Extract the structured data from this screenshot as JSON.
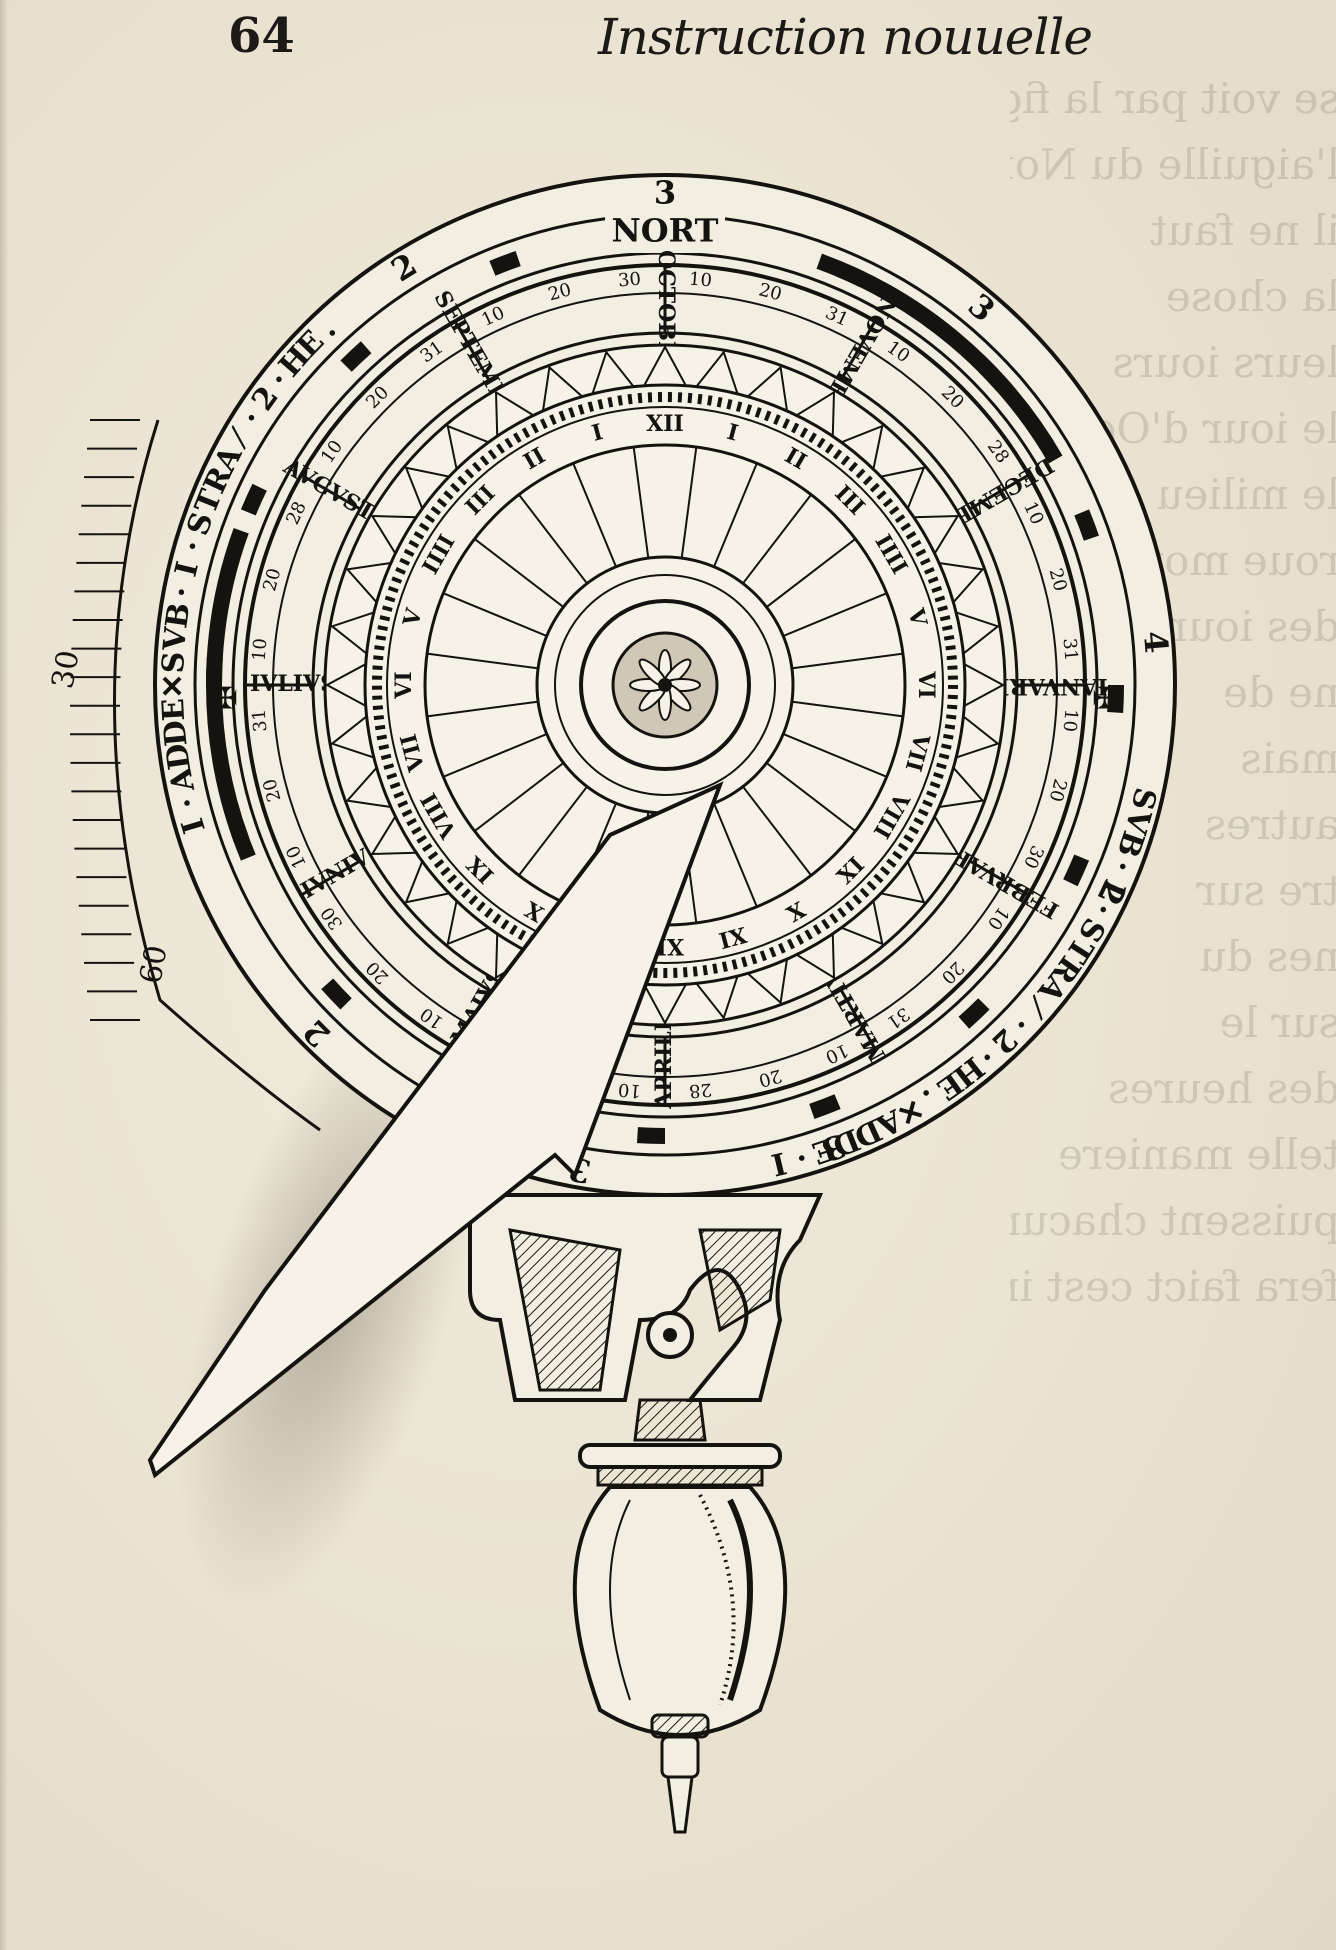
{
  "page": {
    "number": "64",
    "running_head": "Instruction nouuelle",
    "bleed_through_lines": [
      "se voit par la figure",
      "l'aiguille du Nort",
      "il ne faut",
      "la chose",
      "leurs iours",
      "le iour d'Octobre",
      "le milieu",
      "roue mouuante",
      "des iours",
      "ne de",
      "mais",
      "autres",
      "tre sur",
      "nes du",
      "sur le",
      "des heures",
      "telle maniere",
      "puissent chacun",
      "fera faict cest instrument"
    ]
  },
  "instrument": {
    "compass_label": "NORT",
    "motto_upper": "I·ADDE✕SVB·I·STRA⁄·2·HE.",
    "motto_lower": "SVB·I·STRA⁄·2·HE.✕ADDE·I",
    "outer_numerals": [
      "3",
      "2",
      "3",
      "4",
      "2",
      "3",
      "3",
      "2"
    ],
    "scale_labels": [
      "30",
      "60"
    ],
    "hours": [
      "XII",
      "I",
      "II",
      "III",
      "IIII",
      "V",
      "VI",
      "VII",
      "VIII",
      "IX",
      "X",
      "XI",
      "XII",
      "XI",
      "X",
      "IX",
      "VIII",
      "VII",
      "VI",
      "V",
      "IIII",
      "III",
      "II",
      "I"
    ],
    "months": [
      "IANVARIVS",
      "FEBRVARIVS",
      "MARTIVS",
      "APRILIS",
      "MAIVS",
      "IVNIVS",
      "IVLIVS",
      "AVGVSTVS",
      "SEPTEMBER",
      "OCTOBER",
      "NOVEMBER",
      "DECEMBER"
    ],
    "month_days": [
      "10",
      "20",
      "31",
      "10",
      "20",
      "28",
      "10",
      "20",
      "31",
      "10",
      "20",
      "30"
    ]
  }
}
